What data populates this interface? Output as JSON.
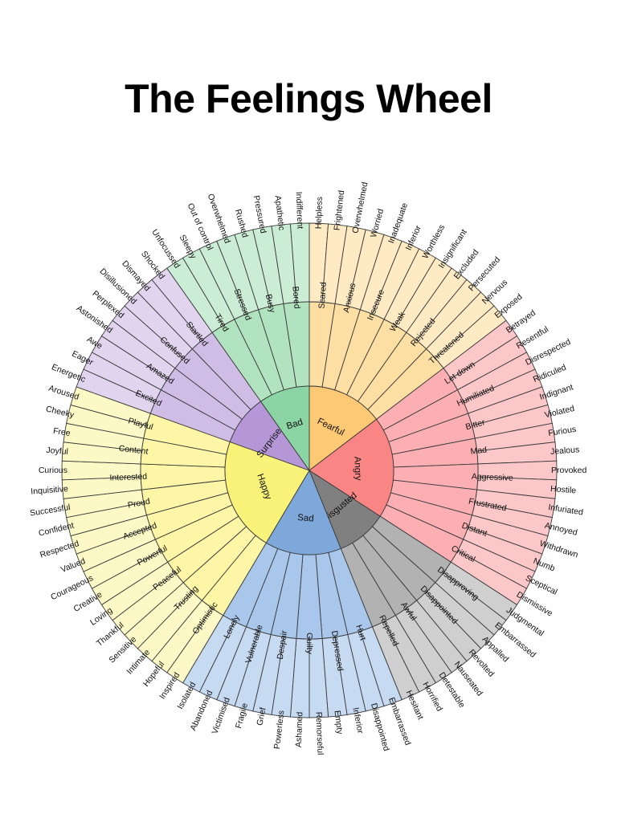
{
  "title": "The Feelings Wheel",
  "colors": {
    "outline": "#3a3a3a",
    "background": "#ffffff"
  },
  "core_emotions": [
    {
      "label": "Fearful",
      "colors": [
        "#FDC974",
        "#FDDFA3",
        "#FEEBC4"
      ],
      "middle": [
        {
          "label": "Scared",
          "outer": [
            "Helpless",
            "Frightened"
          ]
        },
        {
          "label": "Anxious",
          "outer": [
            "Overwhelmed",
            "Worried"
          ]
        },
        {
          "label": "Insecure",
          "outer": [
            "Inadequate",
            "Inferior"
          ]
        },
        {
          "label": "Weak",
          "outer": [
            "Worthless",
            "Insignificant"
          ]
        },
        {
          "label": "Rejected",
          "outer": [
            "Excluded",
            "Persecuted"
          ]
        },
        {
          "label": "Threatened",
          "outer": [
            "Nervous",
            "Exposed"
          ]
        }
      ]
    },
    {
      "label": "Angry",
      "colors": [
        "#F98585",
        "#FBAFB2",
        "#FBC7C9"
      ],
      "middle": [
        {
          "label": "Let down",
          "outer": [
            "Betrayed",
            "Resentful"
          ]
        },
        {
          "label": "Humiliated",
          "outer": [
            "Disrespected",
            "Ridiculed"
          ]
        },
        {
          "label": "Bitter",
          "outer": [
            "Indignant",
            "Violated"
          ]
        },
        {
          "label": "Mad",
          "outer": [
            "Furious",
            "Jealous"
          ]
        },
        {
          "label": "Aggressive",
          "outer": [
            "Provoked",
            "Hostile"
          ]
        },
        {
          "label": "Frustrated",
          "outer": [
            "Infuriated",
            "Annoyed"
          ]
        },
        {
          "label": "Distant",
          "outer": [
            "Withdrawn",
            "Numb"
          ]
        },
        {
          "label": "Critical",
          "outer": [
            "Sceptical",
            "Dismissive"
          ]
        }
      ]
    },
    {
      "label": "Disgusted",
      "colors": [
        "#808080",
        "#B2B2B2",
        "#CFCFCF"
      ],
      "middle": [
        {
          "label": "Disapproving",
          "outer": [
            "Judgmental",
            "Embarrassed"
          ]
        },
        {
          "label": "Disappointed",
          "outer": [
            "Appalled",
            "Revolted"
          ]
        },
        {
          "label": "Awful",
          "outer": [
            "Nauseated",
            "Detestable"
          ]
        },
        {
          "label": "Repelled",
          "outer": [
            "Horrified",
            "Hesitant"
          ]
        }
      ]
    },
    {
      "label": "Sad",
      "colors": [
        "#7EA8DA",
        "#A9C7EB",
        "#C6DAF2"
      ],
      "middle": [
        {
          "label": "Hurt",
          "outer": [
            "Embarrassed",
            "Disappointed"
          ]
        },
        {
          "label": "Depressed",
          "outer": [
            "Inferior",
            "Empty"
          ]
        },
        {
          "label": "Guilty",
          "outer": [
            "Remorseful",
            "Ashamed"
          ]
        },
        {
          "label": "Despair",
          "outer": [
            "Powerless",
            "Grief"
          ]
        },
        {
          "label": "Vulnerable",
          "outer": [
            "Fragile",
            "Victimised"
          ]
        },
        {
          "label": "Lonely",
          "outer": [
            "Abandoned",
            "Isolated"
          ]
        }
      ]
    },
    {
      "label": "Happy",
      "colors": [
        "#FAF37A",
        "#FCF6A6",
        "#FDF9C6"
      ],
      "middle": [
        {
          "label": "Optimistic",
          "outer": [
            "Inspired",
            "Hopeful"
          ]
        },
        {
          "label": "Trusting",
          "outer": [
            "Intimate",
            "Sensitive"
          ]
        },
        {
          "label": "Peaceful",
          "outer": [
            "Thankful",
            "Loving"
          ]
        },
        {
          "label": "Powerful",
          "outer": [
            "Creative",
            "Courageous"
          ]
        },
        {
          "label": "Accepted",
          "outer": [
            "Valued",
            "Respected"
          ]
        },
        {
          "label": "Proud",
          "outer": [
            "Confident",
            "Successful"
          ]
        },
        {
          "label": "Interested",
          "outer": [
            "Inquisitive",
            "Curious"
          ]
        },
        {
          "label": "Content",
          "outer": [
            "Joyful",
            "Free"
          ]
        },
        {
          "label": "Playful",
          "outer": [
            "Cheeky",
            "Aroused"
          ]
        }
      ]
    },
    {
      "label": "Surprised",
      "colors": [
        "#B596D6",
        "#D0BDE6",
        "#E1D4EF"
      ],
      "middle": [
        {
          "label": "Excited",
          "outer": [
            "Energetic",
            "Eager"
          ]
        },
        {
          "label": "Amazed",
          "outer": [
            "Awe",
            "Astonished"
          ]
        },
        {
          "label": "Confused",
          "outer": [
            "Perplexed",
            "Disillusioned"
          ]
        },
        {
          "label": "Startled",
          "outer": [
            "Dismayed",
            "Shocked"
          ]
        }
      ]
    },
    {
      "label": "Bad",
      "colors": [
        "#8BD4A3",
        "#B2E3C0",
        "#CCEDD5"
      ],
      "middle": [
        {
          "label": "Tired",
          "outer": [
            "Unfocussed",
            "Sleepy"
          ]
        },
        {
          "label": "Stressed",
          "outer": [
            "Out of control",
            "Overwhelmed"
          ]
        },
        {
          "label": "Busy",
          "outer": [
            "Rushed",
            "Pressured"
          ]
        },
        {
          "label": "Bored",
          "outer": [
            "Apathetic",
            "Indifferent"
          ]
        }
      ]
    }
  ]
}
